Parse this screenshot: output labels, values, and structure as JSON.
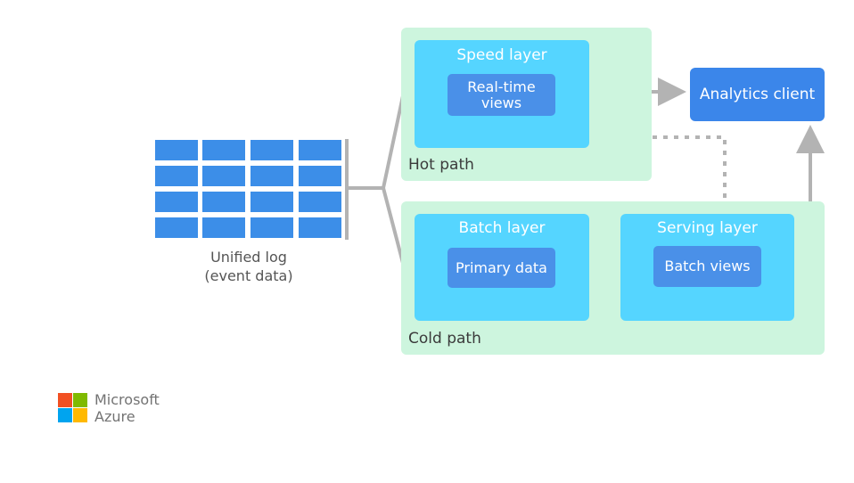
{
  "unified_log": {
    "line1": "Unified log",
    "line2": "(event data)"
  },
  "hot_path": {
    "label": "Hot path",
    "speed_layer": {
      "title": "Speed layer",
      "inner_line1": "Real-time",
      "inner_line2": "views"
    }
  },
  "cold_path": {
    "label": "Cold path",
    "batch_layer": {
      "title": "Batch layer",
      "inner": "Primary data"
    },
    "serving_layer": {
      "title": "Serving layer",
      "inner": "Batch views"
    }
  },
  "client": {
    "label": "Analytics client"
  },
  "logo": {
    "line1": "Microsoft",
    "line2": "Azure",
    "colors": [
      "#f25022",
      "#7fba00",
      "#00a4ef",
      "#ffb900"
    ]
  },
  "colors": {
    "zone": "#cdf5de",
    "layer": "#55d5ff",
    "inner_box": "#4a90e8",
    "client": "#3b86ea",
    "log_cells": "#3c8ee8",
    "connector": "#b3b3b3"
  }
}
